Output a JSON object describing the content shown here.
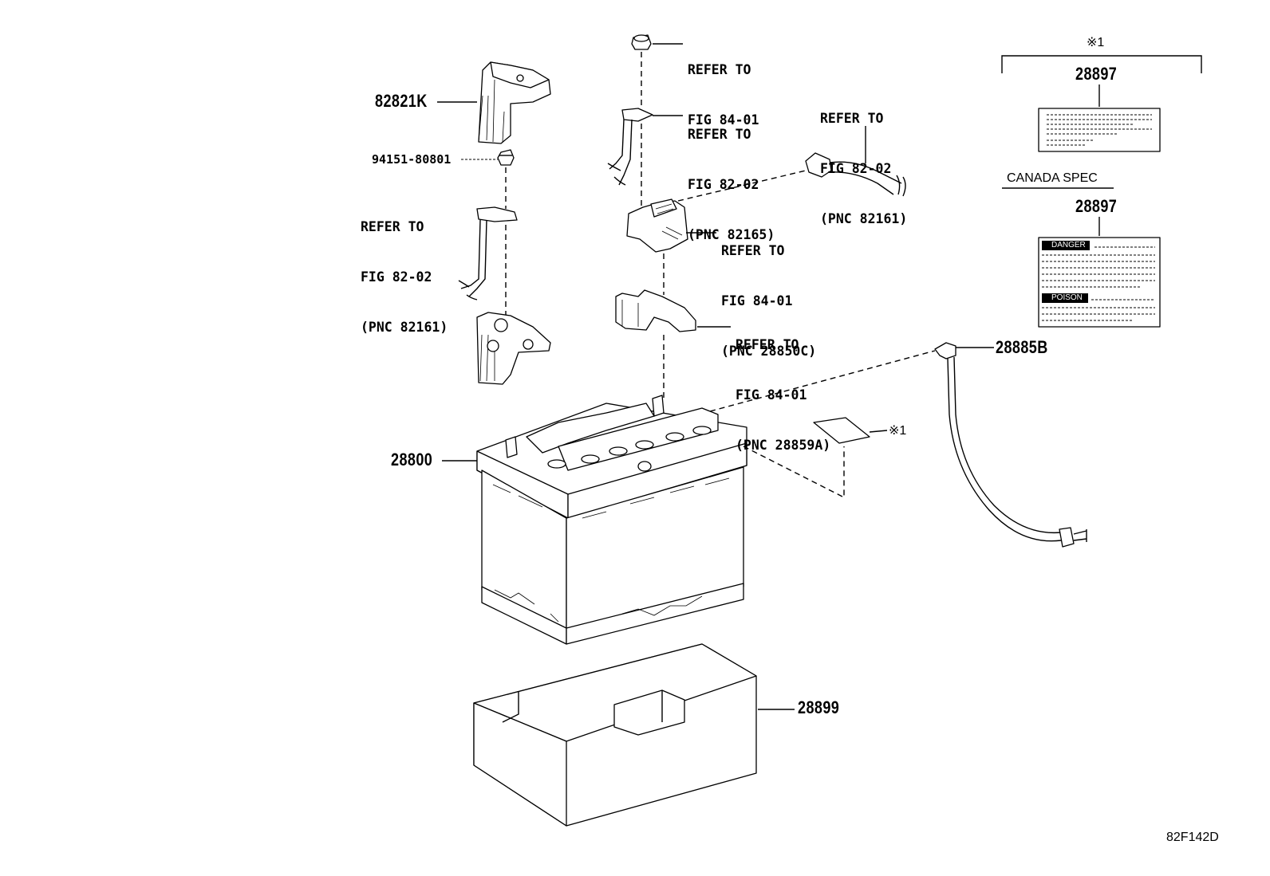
{
  "diagram_id": "82F142D",
  "canada_spec": "CANADA SPEC",
  "note_mark": "※1",
  "labels": {
    "cover": "82821K",
    "nut": "94151-80801",
    "battery": "28800",
    "tray": "28899",
    "vent_hose": "28885B",
    "caution_label": "28897",
    "caution_label_canada": "28897"
  },
  "refs": {
    "nut_top": [
      "REFER TO",
      "FIG 84-01"
    ],
    "cable_82165": [
      "REFER TO",
      "FIG 82-02",
      "(PNC 82165)"
    ],
    "cable_82161_right": [
      "REFER TO",
      "FIG 82-02",
      "(PNC 82161)"
    ],
    "cable_82161_left": [
      "REFER TO",
      "FIG 82-02",
      "(PNC 82161)"
    ],
    "sensor_28850c": [
      "REFER TO",
      "FIG 84-01",
      "(PNC 28850C)"
    ],
    "bracket_28859a": [
      "REFER TO",
      "FIG 84-01",
      "(PNC 28859A)"
    ]
  },
  "warning_tags": {
    "danger": "DANGER",
    "poison": "POISON"
  }
}
